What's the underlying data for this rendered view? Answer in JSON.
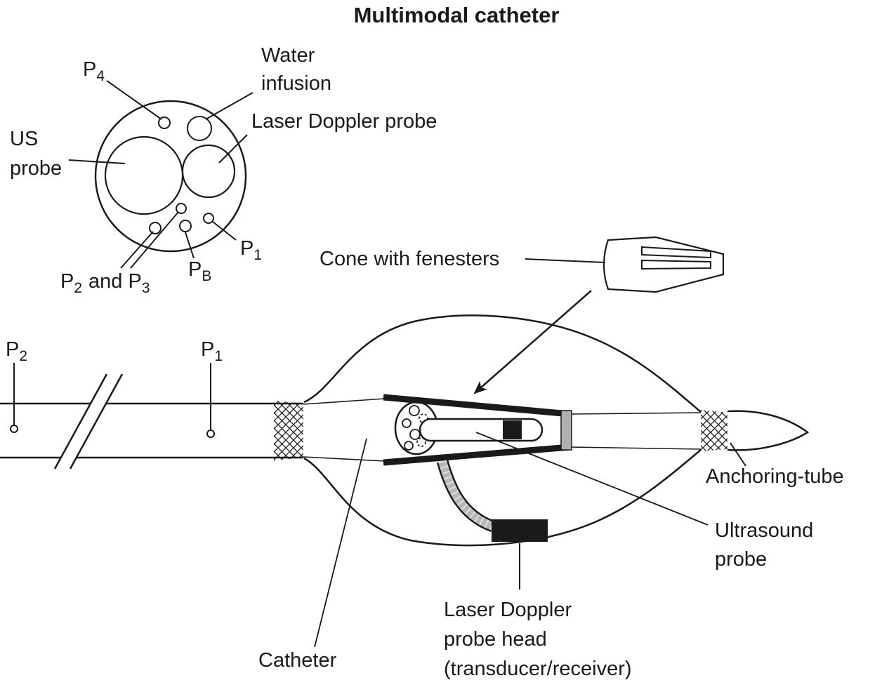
{
  "title": "Multimodal catheter",
  "cross_section": {
    "p4": {
      "base": "P",
      "sub": "4"
    },
    "water_infusion": {
      "line1": "Water",
      "line2": "infusion"
    },
    "laser_doppler_probe": "Laser Doppler probe",
    "us_probe": {
      "line1": "US",
      "line2": "probe"
    },
    "p1": {
      "base": "P",
      "sub": "1"
    },
    "p2_p3": {
      "base1": "P",
      "sub1": "2",
      "base2": "and P",
      "sub2": "3"
    },
    "pb": {
      "base": "P",
      "sub": "B"
    }
  },
  "side_view": {
    "p2": {
      "base": "P",
      "sub": "2"
    },
    "p1": {
      "base": "P",
      "sub": "1"
    },
    "cone_with_fenesters": "Cone with fenesters",
    "anchoring_tube": "Anchoring-tube",
    "ultrasound_probe": {
      "line1": "Ultrasound",
      "line2": "probe"
    },
    "laser_doppler_head": {
      "line1": "Laser Doppler",
      "line2": "probe head",
      "line3": "(transducer/receiver)"
    },
    "catheter": "Catheter"
  },
  "colors": {
    "ink": "#1a1a1a",
    "gray_bar": "#b0b0b0",
    "tube_gray": "#b8b8b8",
    "background": "#ffffff"
  }
}
